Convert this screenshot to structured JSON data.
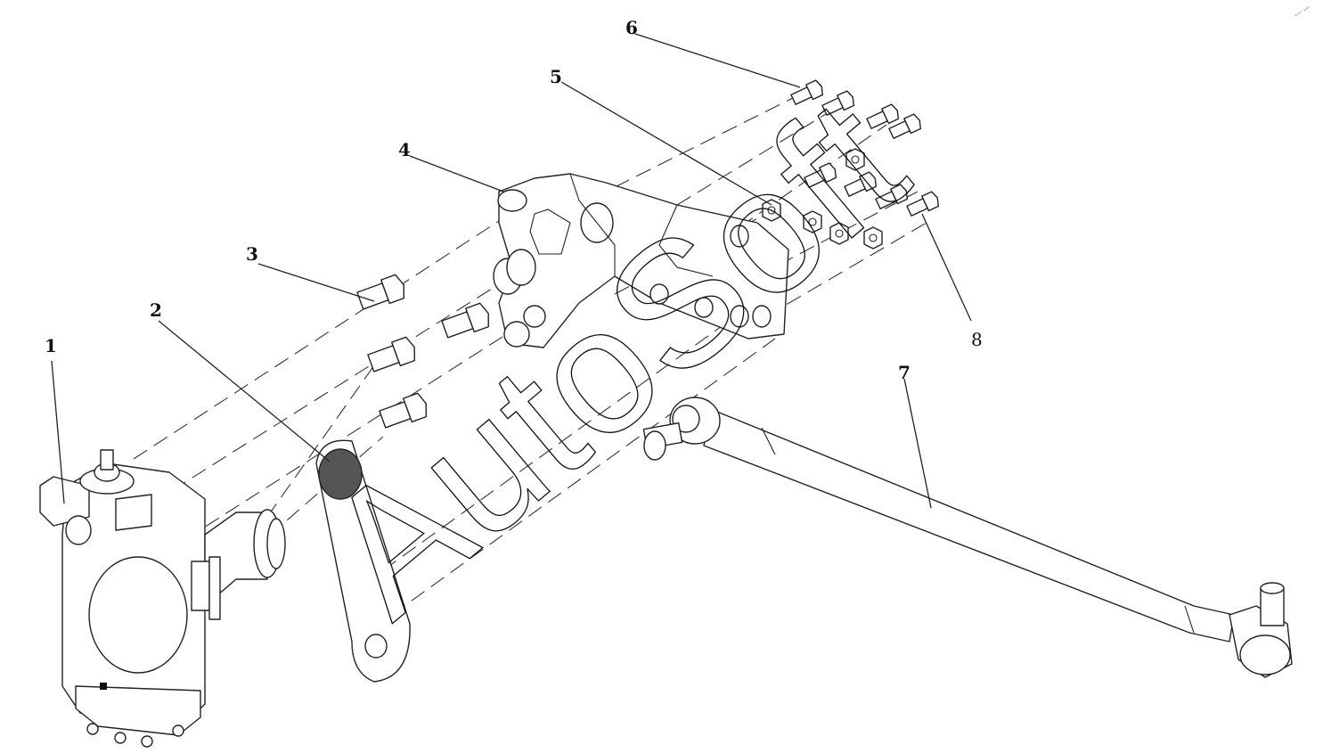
{
  "callouts": [
    {
      "id": "1",
      "label": "1"
    },
    {
      "id": "2",
      "label": "2"
    },
    {
      "id": "3",
      "label": "3"
    },
    {
      "id": "4",
      "label": "4"
    },
    {
      "id": "5",
      "label": "5"
    },
    {
      "id": "6",
      "label": "6"
    },
    {
      "id": "7",
      "label": "7"
    },
    {
      "id": "8",
      "label": "8"
    }
  ],
  "watermark": {
    "text": "AutoSoft"
  },
  "corner_mark": {
    "text": "ᵃᵘᵗᵒ ˢᵒᶠᵗ"
  },
  "icons": [
    "steering-gear-icon",
    "pitman-arm-icon",
    "bolt-icon",
    "bracket-icon",
    "nut-icon",
    "drag-link-icon"
  ]
}
